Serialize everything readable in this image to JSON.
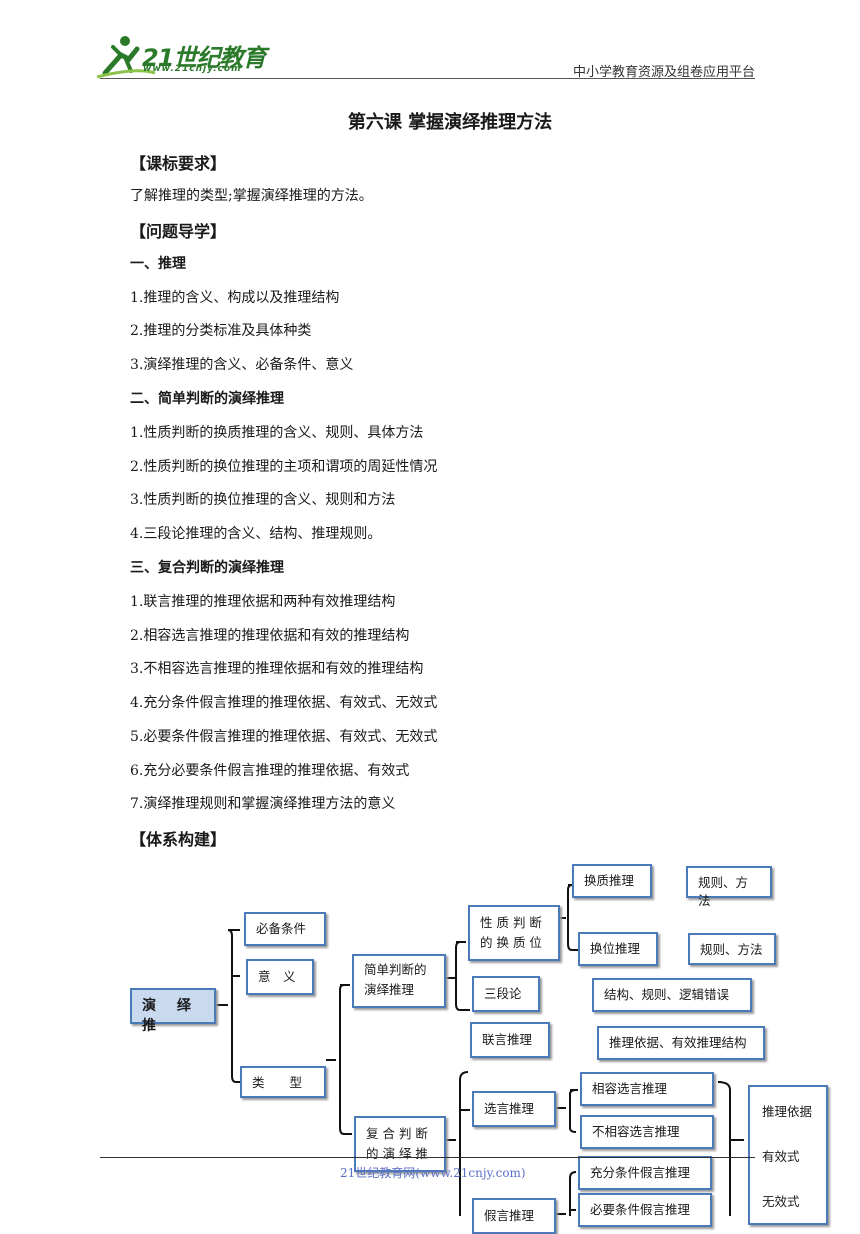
{
  "header": {
    "logo_text": "21世纪教育",
    "logo_url": "www.21cnjy.com",
    "platform": "中小学教育资源及组卷应用平台"
  },
  "title": "第六课 掌握演绎推理方法",
  "requirements": {
    "heading": "【课标要求】",
    "text": "了解推理的类型;掌握演绎推理的方法。"
  },
  "guide": {
    "heading": "【问题导学】",
    "sections": [
      {
        "title": "一、推理",
        "items": [
          "1.推理的含义、构成以及推理结构",
          "2.推理的分类标准及具体种类",
          "3.演绎推理的含义、必备条件、意义"
        ]
      },
      {
        "title": "二、简单判断的演绎推理",
        "items": [
          "1.性质判断的换质推理的含义、规则、具体方法",
          "2.性质判断的换位推理的主项和谓项的周延性情况",
          "3.性质判断的换位推理的含义、规则和方法",
          "4.三段论推理的含义、结构、推理规则。"
        ]
      },
      {
        "title": "三、复合判断的演绎推理",
        "items": [
          "1.联言推理的推理依据和两种有效推理结构",
          "2.相容选言推理的推理依据和有效的推理结构",
          "3.不相容选言推理的推理依据和有效的推理结构",
          "4.充分条件假言推理的推理依据、有效式、无效式",
          "5.必要条件假言推理的推理依据、有效式、无效式",
          "6.充分必要条件假言推理的推理依据、有效式",
          "7.演绎推理规则和掌握演绎推理方法的意义"
        ]
      }
    ]
  },
  "system": {
    "heading": "【体系构建】",
    "nodes": {
      "root": "演 绎 推",
      "condition": "必备条件",
      "meaning": "意　义",
      "types": "类　　型",
      "simple": [
        "简单判断的",
        "演绎推理"
      ],
      "compound": [
        "复 合 判 断",
        "的 演 绎 推"
      ],
      "property": [
        "性 质 判 断",
        "的 换 质 位"
      ],
      "obversion": "换质推理",
      "conversion": "换位推理",
      "syllogism": "三段论",
      "rule_method_1": "规则、方法",
      "rule_method_2": "规则、方法",
      "syllogism_detail": "结构、规则、逻辑错误",
      "conjunctive": "联言推理",
      "conjunctive_detail": "推理依据、有效推理结构",
      "disjunctive": "选言推理",
      "compatible": "相容选言推理",
      "incompatible": "不相容选言推理",
      "hypothetical": "假言推理",
      "sufficient": "充分条件假言推理",
      "necessary": "必要条件假言推理",
      "basis": "推理依据",
      "valid": "有效式",
      "invalid": "无效式"
    }
  },
  "footer": "21世纪教育网(www.21cnjy.com)"
}
